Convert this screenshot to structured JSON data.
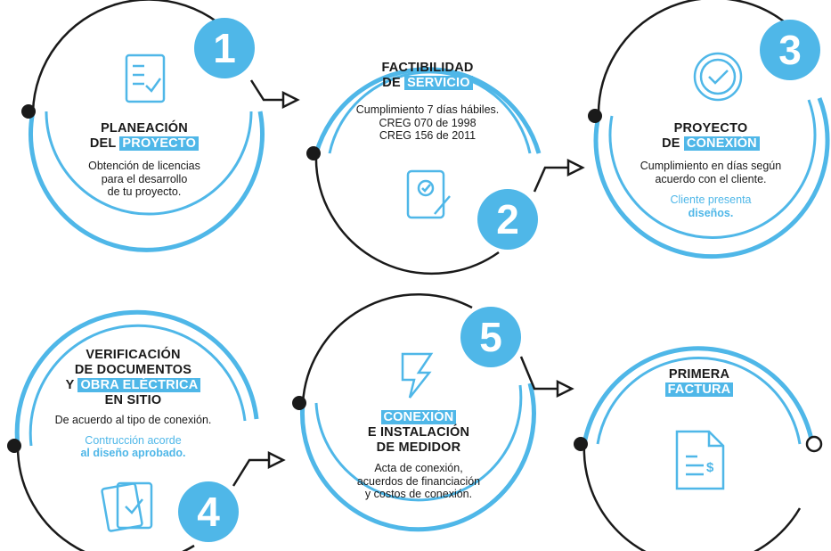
{
  "accent_color": "#4fb7e8",
  "steps": [
    {
      "number": "1",
      "title_line1": "PLANEACIÓN",
      "title_pre": "DEL ",
      "title_highlight": "PROYECTO",
      "description": [
        "Obtención de licencias",
        "para el desarrollo",
        "de tu proyecto."
      ],
      "icon": "checklist-document-icon"
    },
    {
      "number": "2",
      "title_line1": "FACTIBILIDAD",
      "title_pre": "DE ",
      "title_highlight": "SERVICIO",
      "description": [
        "Cumplimiento 7 días hábiles.",
        "CREG 070 de 1998",
        "CREG 156 de 2011"
      ],
      "icon": "document-pencil-icon"
    },
    {
      "number": "3",
      "title_line1": "PROYECTO",
      "title_pre": "DE ",
      "title_highlight": "CONEXIÓN",
      "description": [
        "Cumplimiento en días según",
        "acuerdo con el cliente."
      ],
      "note": [
        "Cliente presenta",
        "diseños."
      ],
      "icon": "check-circle-icon"
    },
    {
      "number": "4",
      "title_line1": "VERIFICACIÓN",
      "title_line2": "DE DOCUMENTOS",
      "title_pre": "Y ",
      "title_highlight": "OBRA ELÉCTRICA",
      "title_line4": "EN SITIO",
      "description": [
        "De acuerdo al tipo de conexión."
      ],
      "note": [
        "Contrucción acorde",
        "al diseño aprobado."
      ],
      "icon": "stacked-documents-check-icon"
    },
    {
      "number": "5",
      "title_highlight": "CONEXIÓN",
      "title_line2": "E INSTALACIÓN",
      "title_line3": "DE MEDIDOR",
      "description": [
        "Acta de conexión,",
        "acuerdos de financiación",
        "y costos de conexión."
      ],
      "icon": "lightning-bolt-icon"
    },
    {
      "title_line1": "PRIMERA",
      "title_highlight": "FACTURA",
      "icon": "invoice-icon"
    }
  ]
}
